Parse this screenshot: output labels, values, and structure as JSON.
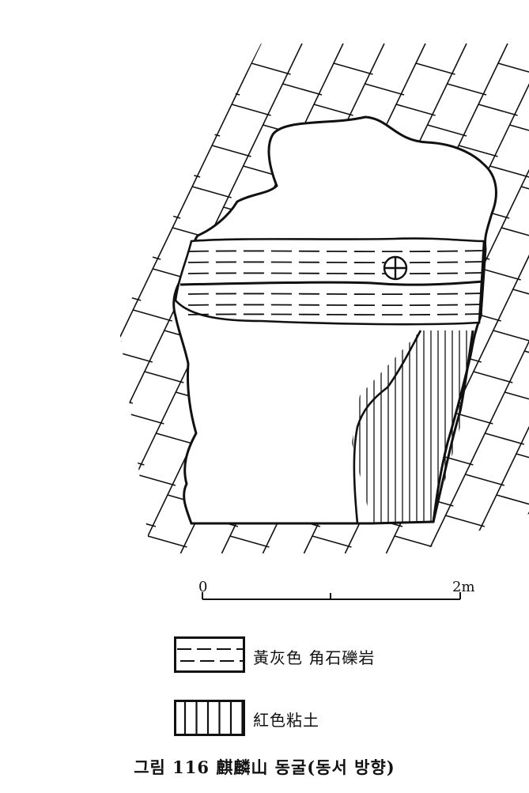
{
  "scale": {
    "zero_label": "0",
    "end_label": "2m"
  },
  "legend": [
    {
      "pattern": "dashed-horizontal",
      "label": "黃灰色 角石礫岩"
    },
    {
      "pattern": "vertical-lines",
      "label": "紅色粘土"
    }
  ],
  "caption": "그림 116 麒麟山 동굴(동서 방향)",
  "colors": {
    "ink": "#111111",
    "paper": "#ffffff"
  }
}
